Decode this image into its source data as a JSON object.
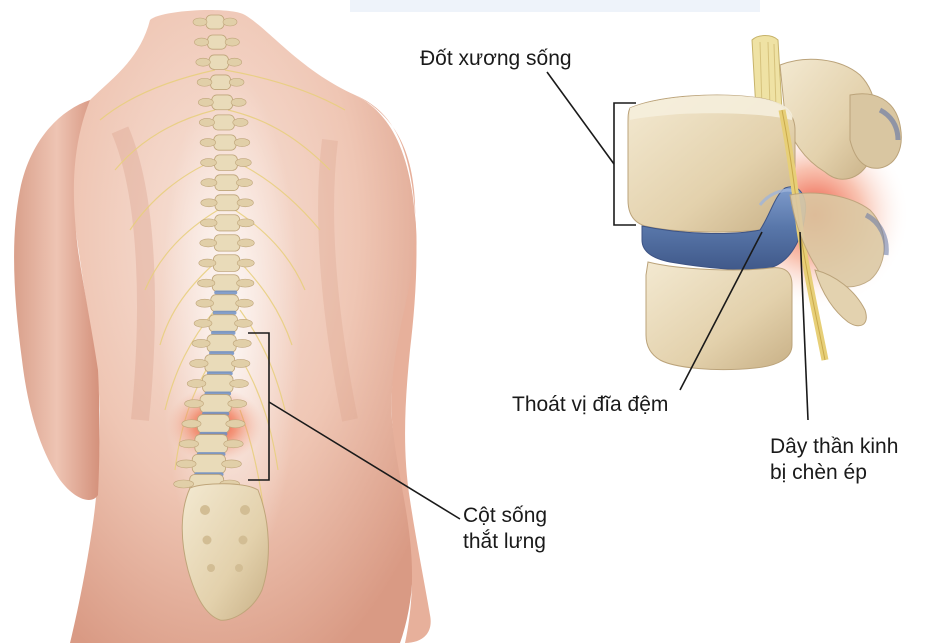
{
  "labels": {
    "vertebra": "Đốt xương sống",
    "herniated_disc": "Thoát vị đĩa đệm",
    "nerve_line1": "Dây thần kinh",
    "nerve_line2": "bị chèn ép",
    "lumbar_line1": "Cột sống",
    "lumbar_line2": "thắt lưng"
  },
  "colors": {
    "skin_light": "#f3d3c6",
    "skin_mid": "#e5ad98",
    "skin_shadow": "#c98f7a",
    "bone": "#eadcbd",
    "bone_shadow": "#c9b58f",
    "disc": "#5f7fb3",
    "inflammation": "#e03a24",
    "nerve": "#e9d48a",
    "line": "#1a1a1a"
  }
}
